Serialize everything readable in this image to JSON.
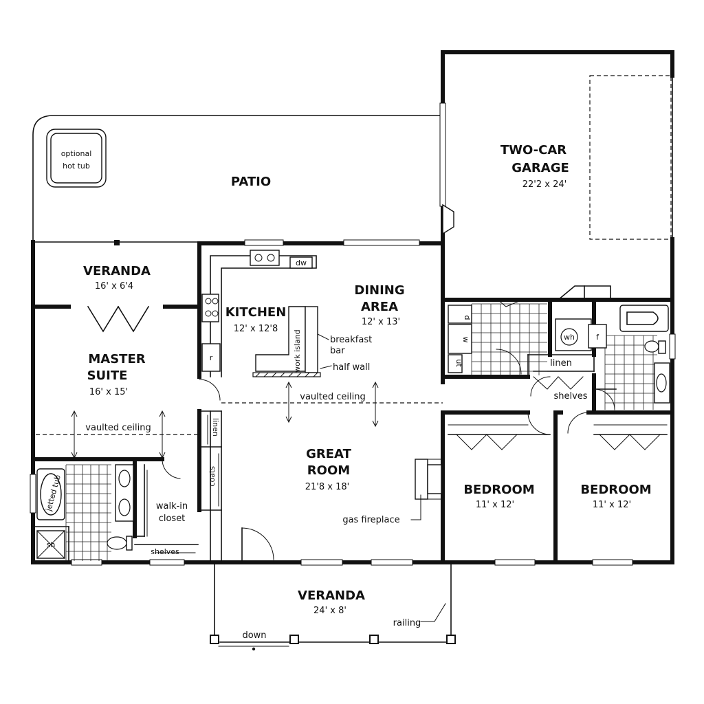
{
  "rooms": {
    "patio": {
      "name": "PATIO"
    },
    "hot_tub": {
      "line1": "optional",
      "line2": "hot tub"
    },
    "garage": {
      "line1": "TWO-CAR",
      "line2": "GARAGE",
      "dim": "22'2 x 24'"
    },
    "veranda_rear": {
      "name": "VERANDA",
      "dim": "16' x 6'4"
    },
    "kitchen": {
      "name": "KITCHEN",
      "dim": "12' x 12'8"
    },
    "dining": {
      "line1": "DINING",
      "line2": "AREA",
      "dim": "12' x 13'"
    },
    "master": {
      "line1": "MASTER",
      "line2": "SUITE",
      "dim": "16' x 15'"
    },
    "great_room": {
      "line1": "GREAT",
      "line2": "ROOM",
      "dim": "21'8 x 18'"
    },
    "bedroom_1": {
      "name": "BEDROOM",
      "dim": "11' x 12'"
    },
    "bedroom_2": {
      "name": "BEDROOM",
      "dim": "11' x 12'"
    },
    "veranda_front": {
      "name": "VERANDA",
      "dim": "24' x 8'"
    }
  },
  "labels": {
    "breakfast": "breakfast",
    "bar": "bar",
    "half_wall": "half wall",
    "work_island": "work island",
    "vaulted_center": "vaulted ceiling",
    "vaulted_master": "vaulted ceiling",
    "linen_hall": "linen",
    "linen_master": "linen",
    "coats": "coats",
    "walk_in_line1": "walk-in",
    "walk_in_line2": "closet",
    "shelves_master": "shelves",
    "shelves_hall": "shelves",
    "gas_fireplace": "gas fireplace",
    "railing": "railing",
    "down": "down",
    "jetted_tub": "jetted tub",
    "shower": "sh",
    "dw": "dw",
    "wh": "wh",
    "f": "f",
    "d": "d",
    "w": "w",
    "r": "r",
    "ut": "ut"
  }
}
